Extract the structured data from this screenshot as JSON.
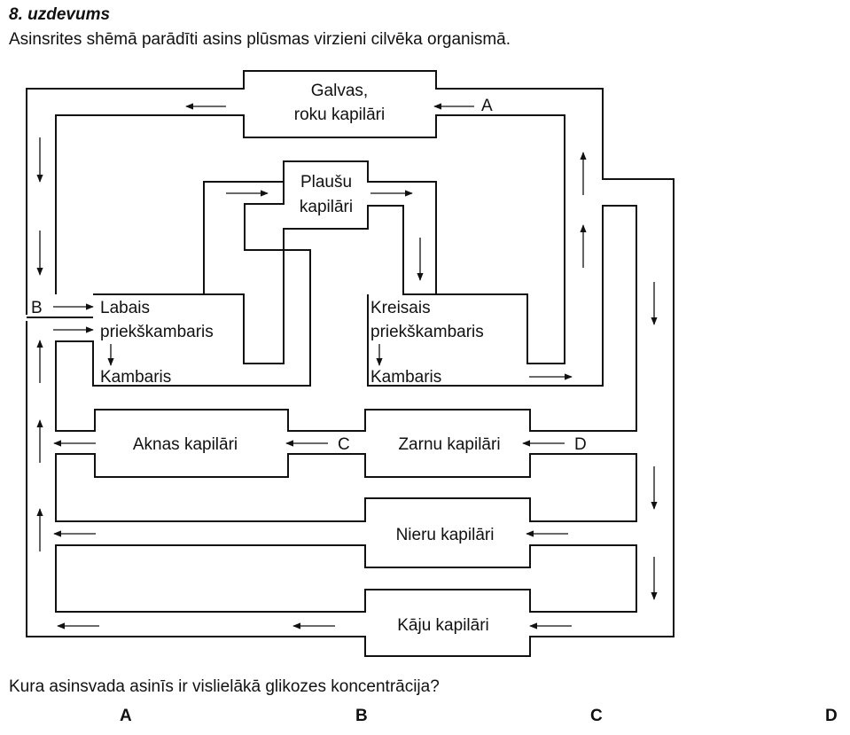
{
  "header": {
    "task": "8. uzdevums",
    "intro": "Asinsrites shēmā parādīti asins plūsmas virzieni cilvēka organismā."
  },
  "diagram": {
    "nodes": {
      "head_capillaries": [
        "Galvas,",
        "roku kapilāri"
      ],
      "lung_capillaries": [
        "Plaušu",
        "kapilāri"
      ],
      "right_atrium": [
        "Labais",
        "priekškambaris"
      ],
      "right_ventricle": "Kambaris",
      "left_atrium": [
        "Kreisais",
        "priekškambaris"
      ],
      "left_ventricle": "Kambaris",
      "liver_capillaries": "Aknas kapilāri",
      "intestine_capillaries": "Zarnu kapilāri",
      "kidney_capillaries": "Nieru kapilāri",
      "leg_capillaries": "Kāju kapilāri"
    },
    "markers": {
      "a": "A",
      "b": "B",
      "c": "C",
      "d": "D"
    }
  },
  "question": {
    "text": "Kura asinsvada asinīs ir vislielākā glikozes koncentrācija?",
    "options": [
      "A",
      "B",
      "C",
      "D"
    ]
  }
}
